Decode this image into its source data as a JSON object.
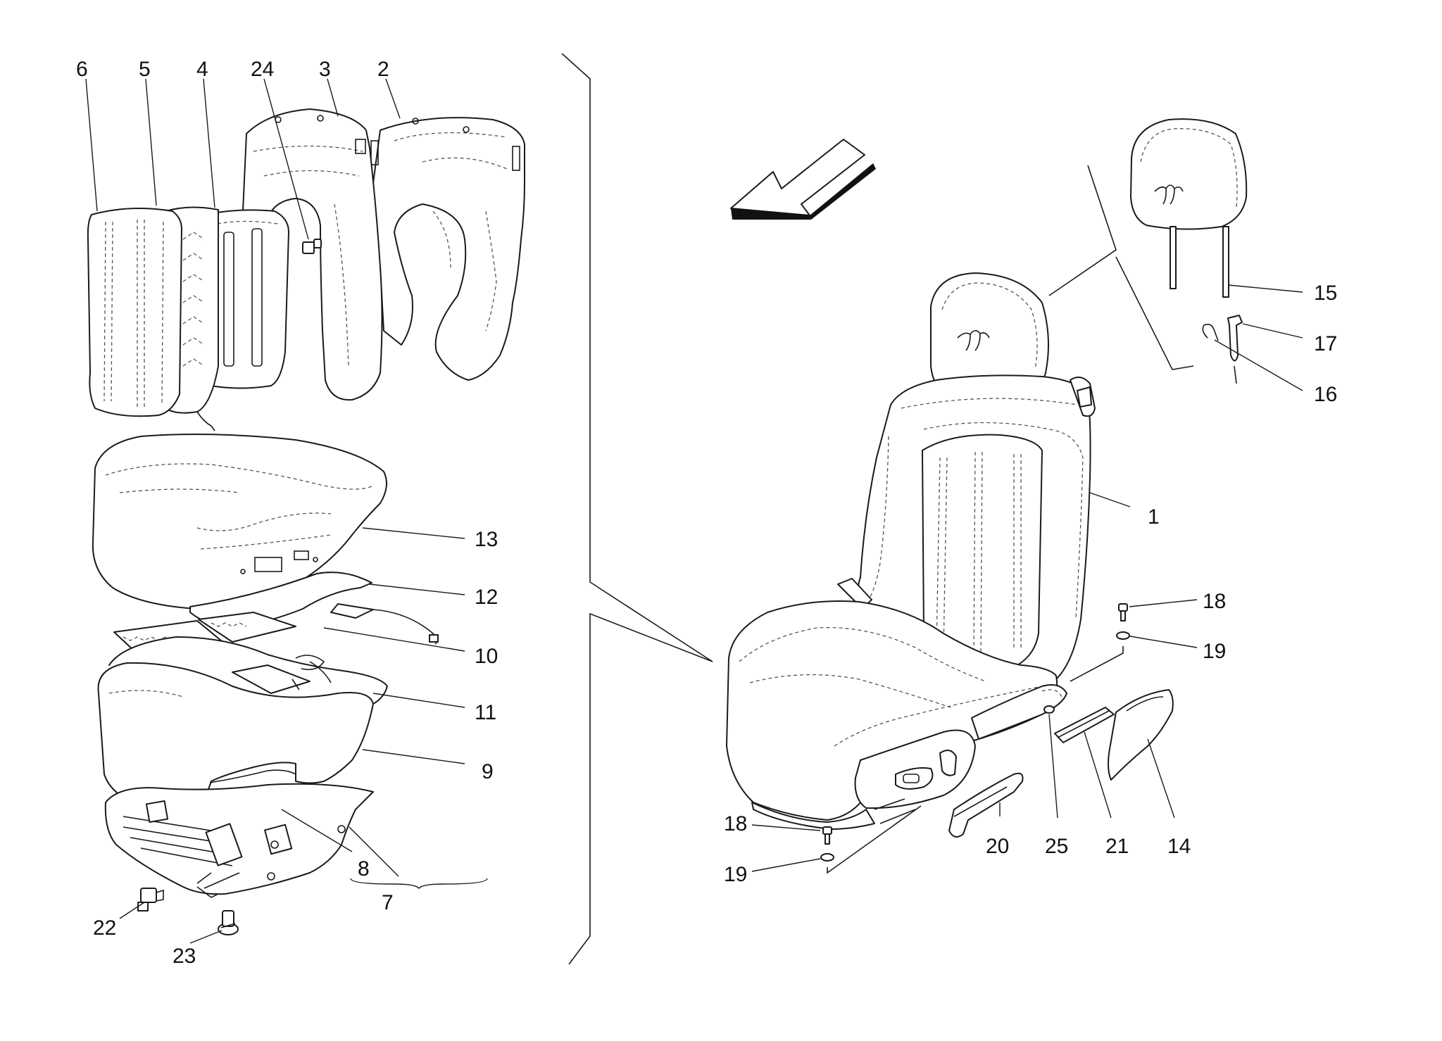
{
  "callouts": {
    "c1": "1",
    "c2": "2",
    "c3": "3",
    "c4": "4",
    "c5": "5",
    "c6": "6",
    "c7": "7",
    "c8": "8",
    "c9": "9",
    "c10": "10",
    "c11": "11",
    "c12": "12",
    "c13": "13",
    "c14": "14",
    "c15": "15",
    "c16": "16",
    "c17": "17",
    "c18a": "18",
    "c18b": "18",
    "c19a": "19",
    "c19b": "19",
    "c20": "20",
    "c21": "21",
    "c22": "22",
    "c23": "23",
    "c24": "24",
    "c25": "25"
  },
  "colors": {
    "line": "#1a1a1a",
    "stitch": "#555555",
    "background": "#ffffff"
  }
}
